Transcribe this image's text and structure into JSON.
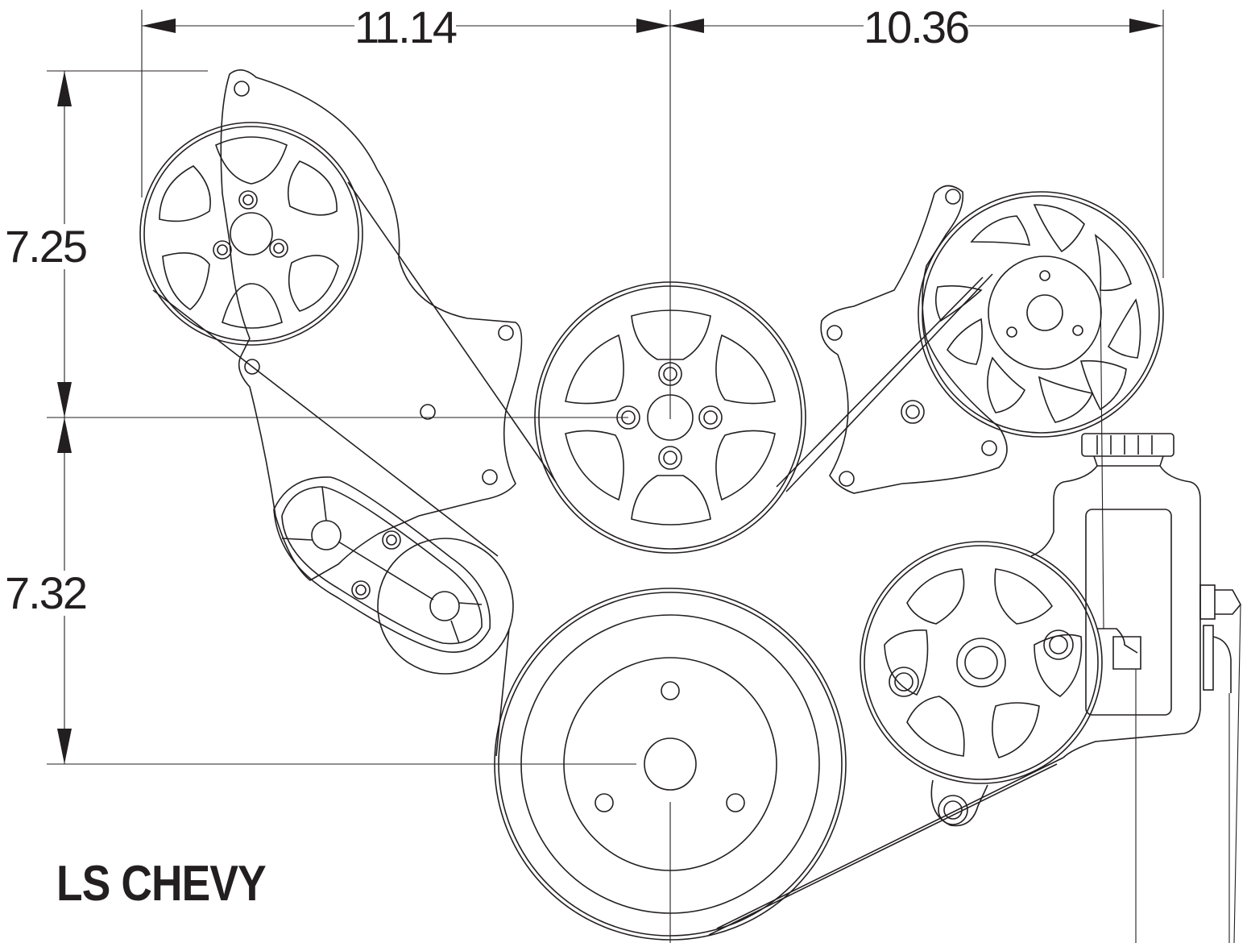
{
  "dimensions": {
    "top_left": "11.14",
    "top_right": "10.36",
    "left_upper": "7.25",
    "left_lower": "7.32"
  },
  "title": "LS CHEVY"
}
